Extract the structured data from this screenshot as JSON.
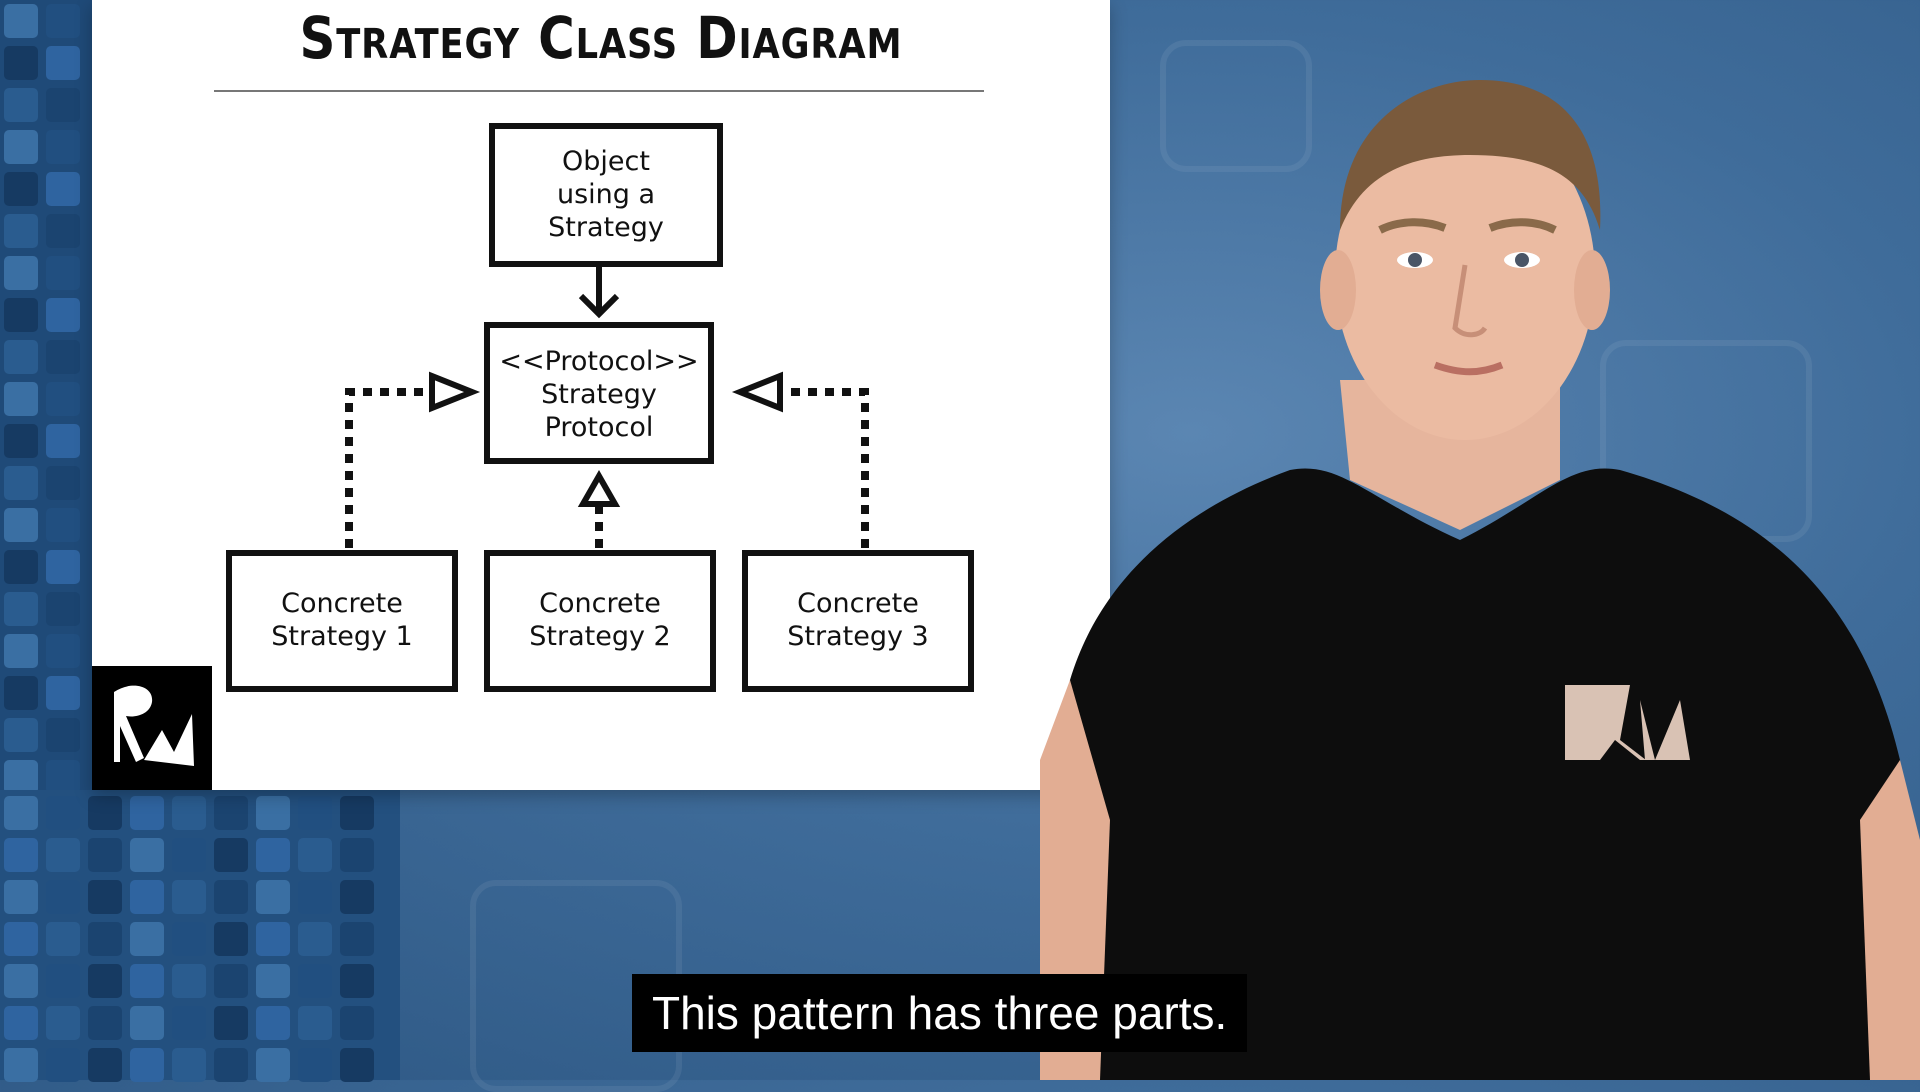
{
  "slide": {
    "title": "Strategy Class Diagram",
    "boxes": {
      "client": [
        "Object",
        "using a",
        "Strategy"
      ],
      "protocol": [
        "<<Protocol>>",
        "Strategy",
        "Protocol"
      ],
      "concrete1": [
        "Concrete",
        "Strategy 1"
      ],
      "concrete2": [
        "Concrete",
        "Strategy 2"
      ],
      "concrete3": [
        "Concrete",
        "Strategy 3"
      ]
    }
  },
  "brand": {
    "logo_text": "RW"
  },
  "subtitle": {
    "text": "This pattern has three parts."
  },
  "colors": {
    "background": "#3f6c9a",
    "slide": "#ffffff",
    "caption_bg": "#000000",
    "shirt": "#0d0d0d"
  }
}
